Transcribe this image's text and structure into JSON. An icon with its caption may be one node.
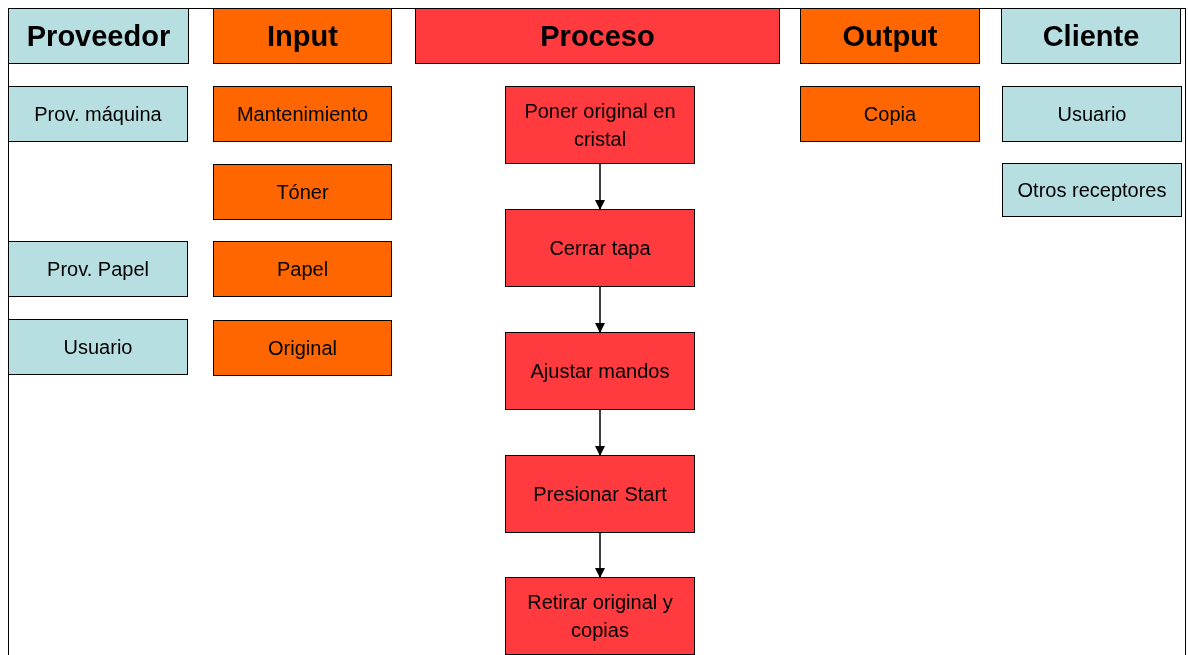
{
  "diagram": {
    "nodes": [
      {
        "text": [
          "Proveedor"
        ]
      },
      {
        "text": [
          "Input"
        ]
      },
      {
        "text": [
          "Proceso"
        ]
      },
      {
        "text": [
          "Output"
        ]
      },
      {
        "text": [
          "Cliente"
        ]
      },
      {
        "text": [
          "Prov. máquina"
        ]
      },
      {
        "text": [
          "Mantenimiento"
        ]
      },
      {
        "text": [
          "Poner original en cristal"
        ]
      },
      {
        "text": [
          "Copia"
        ]
      },
      {
        "text": [
          "Usuario"
        ]
      },
      {
        "text": [
          "Tóner"
        ]
      },
      {
        "text": [
          "Cerrar tapa"
        ]
      },
      {
        "text": [
          "Otros receptores"
        ]
      },
      {
        "text": [
          "Prov. Papel"
        ]
      },
      {
        "text": [
          "Papel"
        ]
      },
      {
        "text": [
          "Usuario"
        ]
      },
      {
        "text": [
          "Original"
        ]
      },
      {
        "text": [
          "Ajustar mandos"
        ]
      },
      {
        "text": [
          "Presionar Start"
        ]
      },
      {
        "text": [
          "Retirar original y copias"
        ]
      }
    ],
    "edges": [
      {
        "from": 7,
        "to": 11,
        "arrow": "to"
      },
      {
        "from": 11,
        "to": 17,
        "arrow": "to"
      },
      {
        "from": 17,
        "to": 18,
        "arrow": "to"
      },
      {
        "from": 18,
        "to": 19,
        "arrow": "to"
      }
    ]
  }
}
